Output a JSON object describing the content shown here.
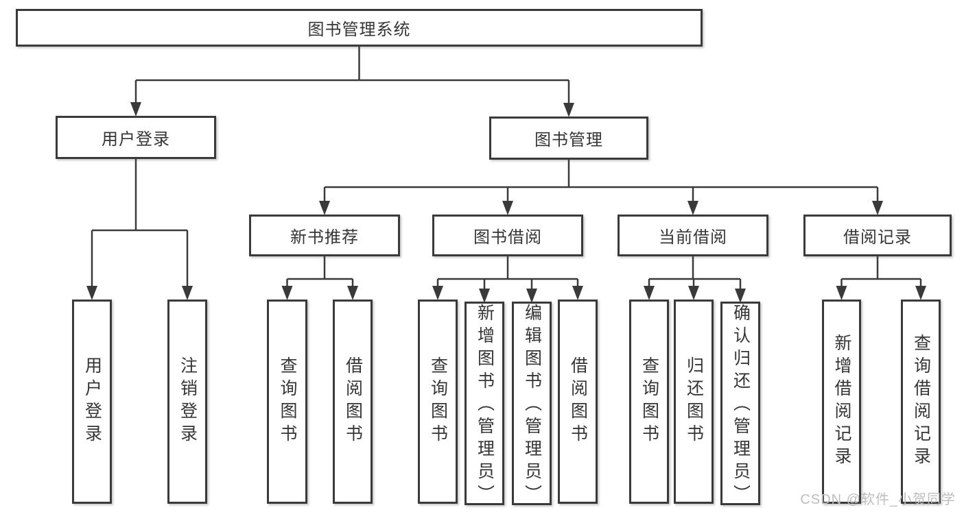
{
  "diagram": {
    "root": {
      "label": "图书管理系统"
    },
    "level2": [
      {
        "label": "用户登录"
      },
      {
        "label": "图书管理"
      }
    ],
    "level3": [
      {
        "label": "新书推荐"
      },
      {
        "label": "图书借阅"
      },
      {
        "label": "当前借阅"
      },
      {
        "label": "借阅记录"
      }
    ],
    "leaves": {
      "user_login": [
        "用户登录",
        "注销登录"
      ],
      "new_book": [
        "查询图书",
        "借阅图书"
      ],
      "book_borrow": [
        "查询图书",
        "新增图书（管理员）",
        "编辑图书（管理员）",
        "借阅图书"
      ],
      "current_borrow": [
        "查询图书",
        "归还图书",
        "确认归还（管理员）"
      ],
      "records": [
        "新增借阅记录",
        "查询借阅记录"
      ]
    }
  },
  "watermark": "CSDN @软件_小贺同学",
  "colors": {
    "line": "#3a3a3a",
    "text": "#353535",
    "watermark": "#bdbdbd",
    "background": "#ffffff"
  }
}
